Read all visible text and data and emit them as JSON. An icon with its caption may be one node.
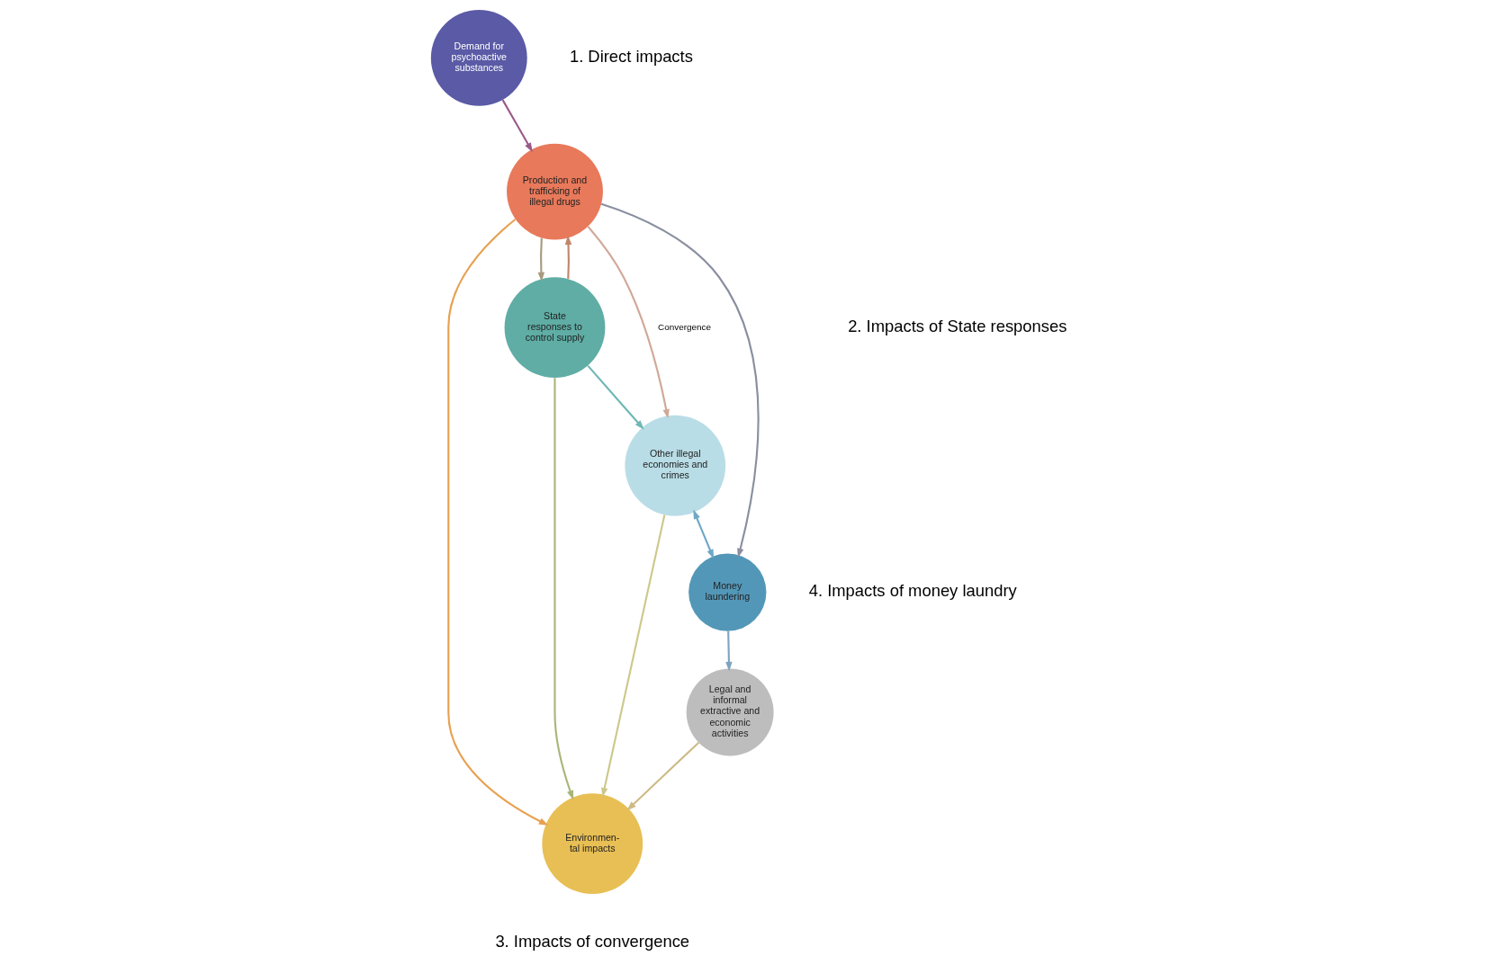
{
  "diagram": {
    "nodes": [
      {
        "text": [
          "Demand for psychoactive substances"
        ]
      },
      {
        "text": [
          "Production and trafficking of illegal drugs"
        ]
      },
      {
        "text": [
          "Money laundering"
        ]
      },
      {
        "text": [
          "Environmen- tal impacts"
        ]
      },
      {
        "text": [
          "State responses to control supply"
        ]
      },
      {
        "text": [
          "Legal and informal extractive and economic activities"
        ]
      },
      {
        "text": [
          "Other illegal economies and crimes"
        ]
      }
    ],
    "edges": [
      {
        "from": 0,
        "to": 1,
        "arrow": "to",
        "color": "#9a5a8a"
      },
      {
        "from": 1,
        "to": 2,
        "arrow": "to",
        "color": "#8a8fa0"
      },
      {
        "from": 1,
        "to": 3,
        "arrow": "to",
        "color": "#e8a050"
      },
      {
        "from": 1,
        "to": 4,
        "arrow": "to",
        "color": "#a89a80"
      },
      {
        "from": 4,
        "to": 1,
        "arrow": "to",
        "color": "#c0866a"
      },
      {
        "from": 4,
        "to": 3,
        "arrow": "to",
        "color": "#a8b67a"
      },
      {
        "from": 4,
        "to": 6,
        "arrow": "to",
        "color": "#6fb8b4"
      },
      {
        "from": 1,
        "to": 6,
        "arrow": "to",
        "label": "Convergence",
        "color": "#d0a898"
      },
      {
        "from": 2,
        "to": 5,
        "arrow": "to",
        "color": "#7fa4bf"
      },
      {
        "from": 6,
        "to": 2,
        "arrow": "both",
        "color": "#6fa8c8"
      },
      {
        "from": 5,
        "to": 3,
        "arrow": "to",
        "color": "#cdbb86"
      },
      {
        "from": 6,
        "to": 3,
        "arrow": "to",
        "color": "#cdc88a"
      }
    ],
    "labels": [
      "1. Direct impacts",
      "4. Impacts of money laundry",
      "2. Impacts of State responses",
      "3. Impacts of convergence"
    ]
  }
}
